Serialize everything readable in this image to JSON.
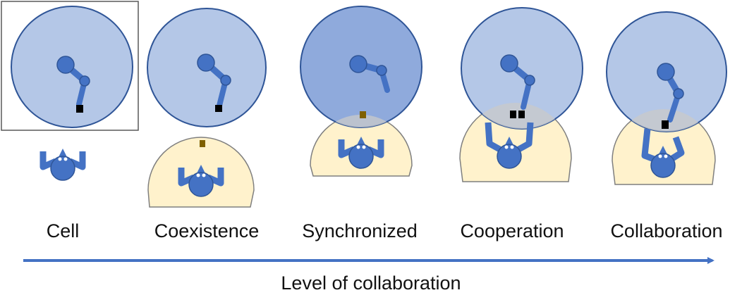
{
  "stages": [
    {
      "id": "cell",
      "label": "Cell",
      "robot_reach_fill": "#b4c7e7"
    },
    {
      "id": "coexistence",
      "label": "Coexistence",
      "robot_reach_fill": "#b4c7e7"
    },
    {
      "id": "synchronized",
      "label": "Synchronized",
      "robot_reach_fill": "#8faadc"
    },
    {
      "id": "cooperation",
      "label": "Cooperation",
      "robot_reach_fill": "#b4c7e7"
    },
    {
      "id": "collaboration",
      "label": "Collaboration",
      "robot_reach_fill": "#b4c7e7"
    }
  ],
  "axis": {
    "label": "Level of collaboration"
  },
  "colors": {
    "robot_blue": "#4472c4",
    "robot_outline": "#2f5597",
    "human_workspace": "#fff2cc",
    "shared_zone": "#c9c9c9",
    "part_brown": "#7f6000",
    "part_black": "#000000",
    "arrow": "#4472c4"
  }
}
